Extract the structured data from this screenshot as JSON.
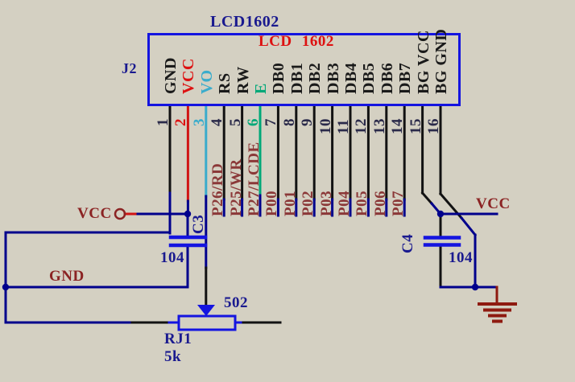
{
  "palette": {
    "background": "#d4d0c2",
    "component_blue": "#1414e0",
    "wire_black": "#121212",
    "wire_navy": "#00008c",
    "wire_red": "#d01414",
    "wire_cyan": "#3aaccc",
    "wire_green": "#00a878",
    "text_navy": "#1a1a8f",
    "text_maroon": "#8b2323",
    "text_port": "#8b3838",
    "text_red": "#dd1111",
    "text_black": "#1a1a1a",
    "text_number": "#2a2a4a",
    "ground_red": "#8e1a10"
  },
  "header": {
    "title": "LCD1602",
    "inner_label": "LCD 1602",
    "connector_ref": "J2"
  },
  "connector": {
    "pins": [
      {
        "num": "1",
        "name": "GND",
        "name_color": "text_black",
        "num_color": "text_number"
      },
      {
        "num": "2",
        "name": "VCC",
        "name_color": "text_red",
        "num_color": "text_red"
      },
      {
        "num": "3",
        "name": "VO",
        "name_color": "wire_cyan",
        "num_color": "wire_cyan"
      },
      {
        "num": "4",
        "name": "RS",
        "name_color": "text_black",
        "num_color": "text_number",
        "port": "P26/RD"
      },
      {
        "num": "5",
        "name": "RW",
        "name_color": "text_black",
        "num_color": "text_number",
        "port": "P25/WR"
      },
      {
        "num": "6",
        "name": "E",
        "name_color": "wire_green",
        "num_color": "wire_green",
        "port": "P27/LCDE"
      },
      {
        "num": "7",
        "name": "DB0",
        "name_color": "text_black",
        "num_color": "text_number",
        "port": "P00"
      },
      {
        "num": "8",
        "name": "DB1",
        "name_color": "text_black",
        "num_color": "text_number",
        "port": "P01"
      },
      {
        "num": "9",
        "name": "DB2",
        "name_color": "text_black",
        "num_color": "text_number",
        "port": "P02"
      },
      {
        "num": "10",
        "name": "DB3",
        "name_color": "text_black",
        "num_color": "text_number",
        "port": "P03"
      },
      {
        "num": "11",
        "name": "DB4",
        "name_color": "text_black",
        "num_color": "text_number",
        "port": "P04"
      },
      {
        "num": "12",
        "name": "DB5",
        "name_color": "text_black",
        "num_color": "text_number",
        "port": "P05"
      },
      {
        "num": "13",
        "name": "DB6",
        "name_color": "text_black",
        "num_color": "text_number",
        "port": "P06"
      },
      {
        "num": "14",
        "name": "DB7",
        "name_color": "text_black",
        "num_color": "text_number",
        "port": "P07"
      },
      {
        "num": "15",
        "name": "BG VCC",
        "name_color": "text_black",
        "num_color": "text_number"
      },
      {
        "num": "16",
        "name": "BG GND",
        "name_color": "text_black",
        "num_color": "text_number"
      }
    ]
  },
  "nets": {
    "vcc_left": "VCC",
    "gnd_left": "GND",
    "vcc_right": "VCC"
  },
  "components": {
    "c3": {
      "ref": "C3",
      "value": "104"
    },
    "c4": {
      "ref": "C4",
      "value": "104"
    },
    "rj1": {
      "ref": "RJ1",
      "value": "5k",
      "code": "502"
    }
  }
}
